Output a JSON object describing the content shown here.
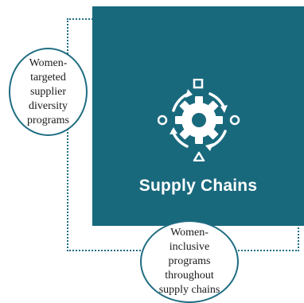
{
  "diagram": {
    "title": "Supply Chains",
    "left_circle_text": "Women-\ntargeted\nsupplier\ndiversity\nprograms",
    "bottom_circle_text": "Women-\ninclusive\nprograms\nthroughout\nsupply chains",
    "central_icon": "gear-cycle-icon",
    "colors": {
      "teal": "#19697d",
      "border": "#1f6d82",
      "text_on_teal": "#ffffff"
    }
  }
}
